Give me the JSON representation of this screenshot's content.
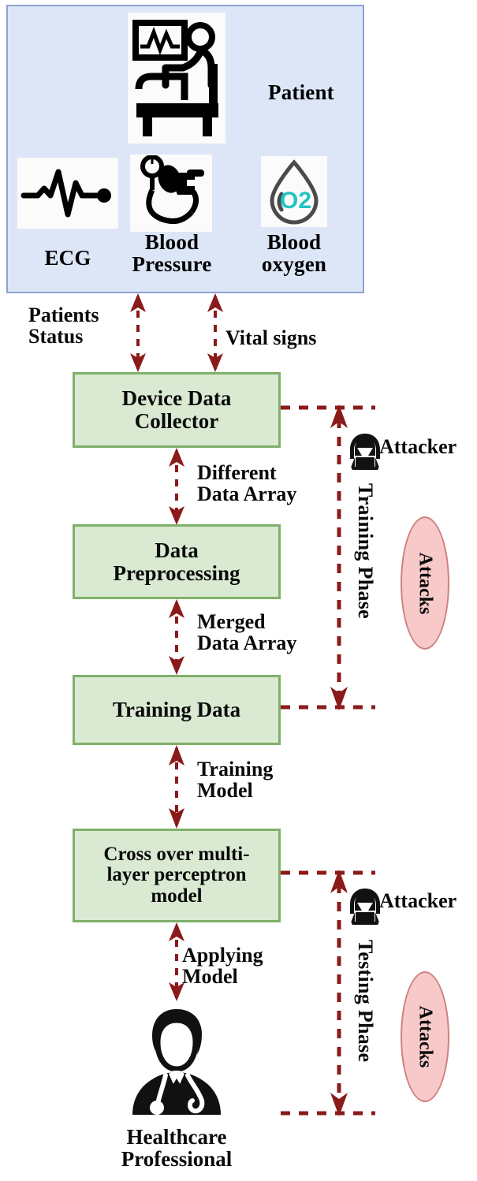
{
  "diagram": {
    "title": "IoT healthcare machine-learning pipeline with attack surfaces",
    "colors": {
      "panel_fill": "#dce6f7",
      "panel_border": "#8ea3cf",
      "box_fill": "#d9e9d2",
      "box_border": "#7fb069",
      "arrow": "#8b1a1a",
      "attacks_fill": "#f7c9c9",
      "attacks_border": "#cf8080",
      "o2_text": "#22c4c4"
    }
  },
  "patient_panel": {
    "patient_label": "Patient",
    "devices": [
      {
        "icon": "ecg-waveform-icon",
        "label": "ECG"
      },
      {
        "icon": "blood-pressure-cuff-icon",
        "label_line1": "Blood",
        "label_line2": "Pressure"
      },
      {
        "icon": "blood-oxygen-droplet-icon",
        "label_line1": "Blood",
        "label_line2": "oxygen",
        "badge": "O2"
      }
    ]
  },
  "flow": {
    "boxes": [
      {
        "id": "device-data-collector",
        "line1": "Device Data",
        "line2": "Collector"
      },
      {
        "id": "data-preprocessing",
        "line1": "Data",
        "line2": "Preprocessing"
      },
      {
        "id": "training-data",
        "line1": "Training Data",
        "line2": ""
      },
      {
        "id": "crossover-mlp-model",
        "line1": "Cross over multi-",
        "line2": "layer perceptron",
        "line3": "model"
      }
    ],
    "edges": [
      {
        "id": "patients-status",
        "line1": "Patients",
        "line2": "Status"
      },
      {
        "id": "vital-signs",
        "line1": "Vital signs",
        "line2": ""
      },
      {
        "id": "different-data-array",
        "line1": "Different",
        "line2": "Data Array"
      },
      {
        "id": "merged-data-array",
        "line1": "Merged",
        "line2": "Data Array"
      },
      {
        "id": "training-model",
        "line1": "Training",
        "line2": "Model"
      },
      {
        "id": "applying-model",
        "line1": "Applying",
        "line2": "Model"
      }
    ]
  },
  "endpoint": {
    "icon": "doctor-icon",
    "line1": "Healthcare",
    "line2": "Professional"
  },
  "attack_surfaces": [
    {
      "id": "training-phase",
      "phase_label": "Training Phase",
      "attacker_label": "Attacker",
      "attacks_label": "Attacks"
    },
    {
      "id": "testing-phase",
      "phase_label": "Testing Phase",
      "attacker_label": "Attacker",
      "attacks_label": "Attacks"
    }
  ]
}
